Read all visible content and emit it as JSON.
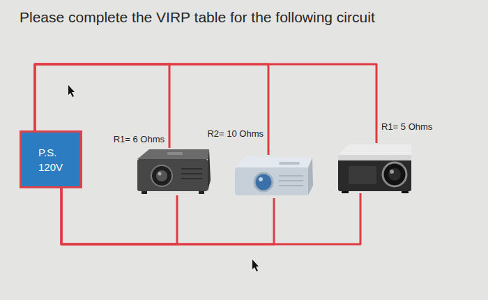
{
  "diagram": {
    "title": "Please complete the VIRP table for the following circuit",
    "nodes": [
      {
        "text": [
          "P.S. 120V"
        ]
      },
      {
        "text": [
          "R1= 6 Ohms"
        ]
      },
      {
        "text": [
          "R2= 10 Ohms"
        ]
      },
      {
        "text": [
          "R1= 5 Ohms"
        ]
      }
    ],
    "edges": [
      {
        "from": 0,
        "to": 1,
        "arrow": "none"
      },
      {
        "from": 0,
        "to": 2,
        "arrow": "none"
      },
      {
        "from": 0,
        "to": 3,
        "arrow": "none"
      },
      {
        "from": 0,
        "to": 1,
        "arrow": "none"
      },
      {
        "from": 0,
        "to": 2,
        "arrow": "none"
      },
      {
        "from": 0,
        "to": 3,
        "arrow": "none"
      }
    ]
  }
}
